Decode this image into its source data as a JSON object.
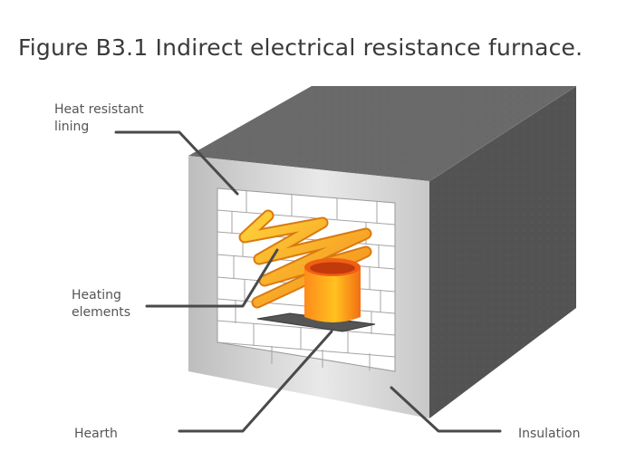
{
  "figure": {
    "title": "Figure B3.1 Indirect electrical resistance furnace."
  },
  "labels": {
    "lining_line1": "Heat resistant",
    "lining_line2": "lining",
    "heating_line1": "Heating",
    "heating_line2": "elements",
    "hearth": "Hearth",
    "insulation": "Insulation"
  },
  "colors": {
    "casing": "#5a5a5a",
    "insulation_frame": "#d4d4d4",
    "brick_lining": "#ffffff",
    "heating_element": "#f7a21c",
    "crucible": "#f08a16",
    "leader_line": "#4a4a4a"
  }
}
